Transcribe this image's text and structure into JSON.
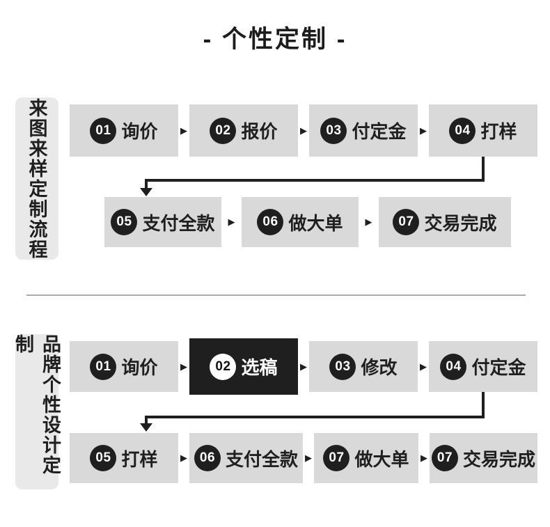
{
  "title": "- 个性定制 -",
  "icons": {
    "arrow_right": "▶",
    "arrow_down": "css-triangle-down"
  },
  "colors": {
    "step_box_gray": "#d9d9d9",
    "side_label_gray": "#e9e9e9",
    "accent_black": "#1f1f1f",
    "divider_gray": "#ababab",
    "background": "#ffffff"
  },
  "sections": [
    {
      "label": "来图来样定制流程",
      "rows": [
        {
          "steps": [
            {
              "num": "01",
              "label": "询价"
            },
            {
              "num": "02",
              "label": "报价"
            },
            {
              "num": "03",
              "label": "付定金"
            },
            {
              "num": "04",
              "label": "打样"
            }
          ]
        },
        {
          "steps": [
            {
              "num": "05",
              "label": "支付全款"
            },
            {
              "num": "06",
              "label": "做大单"
            },
            {
              "num": "07",
              "label": "交易完成"
            }
          ]
        }
      ]
    },
    {
      "label": "品牌个性设计定制",
      "rows": [
        {
          "steps": [
            {
              "num": "01",
              "label": "询价"
            },
            {
              "num": "02",
              "label": "选稿",
              "highlight": true
            },
            {
              "num": "03",
              "label": "修改"
            },
            {
              "num": "04",
              "label": "付定金"
            }
          ]
        },
        {
          "steps": [
            {
              "num": "05",
              "label": "打样"
            },
            {
              "num": "06",
              "label": "支付全款"
            },
            {
              "num": "07",
              "label": "做大单"
            },
            {
              "num": "07",
              "label": "交易完成"
            }
          ]
        }
      ]
    }
  ]
}
